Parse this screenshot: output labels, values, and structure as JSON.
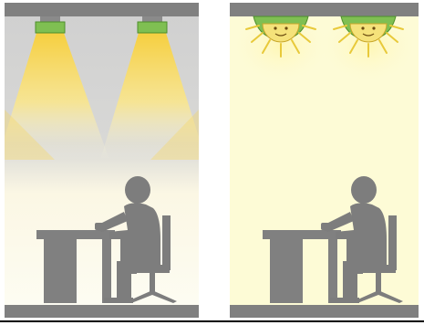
{
  "colors": {
    "frame_gray": "#808080",
    "ceiling_backdrop_gray": "#cfcfcf",
    "light_yellow": "#f6cf3f",
    "diffuse_background": "#fdfbd6",
    "fixture_green": "#7fbf52",
    "fixture_outline": "#4e8f2c",
    "sun_yellow": "#f5e27a",
    "sun_ray": "#e8c93a",
    "person_gray": "#7d7d7d",
    "bottom_rule": "#000000"
  },
  "panels": [
    {
      "id": "left",
      "scene": "direct-downlight",
      "fixtures": 2,
      "icons": [
        "ceiling-bar",
        "rectangular-light-fixture",
        "light-cone",
        "desk",
        "seated-person",
        "office-chair",
        "floor-bar"
      ]
    },
    {
      "id": "right",
      "scene": "diffuse-ambient",
      "fixtures": 2,
      "icons": [
        "ceiling-bar",
        "sun-face-light-fixture",
        "diffuse-glow",
        "desk",
        "seated-person",
        "office-chair",
        "floor-bar"
      ]
    }
  ]
}
